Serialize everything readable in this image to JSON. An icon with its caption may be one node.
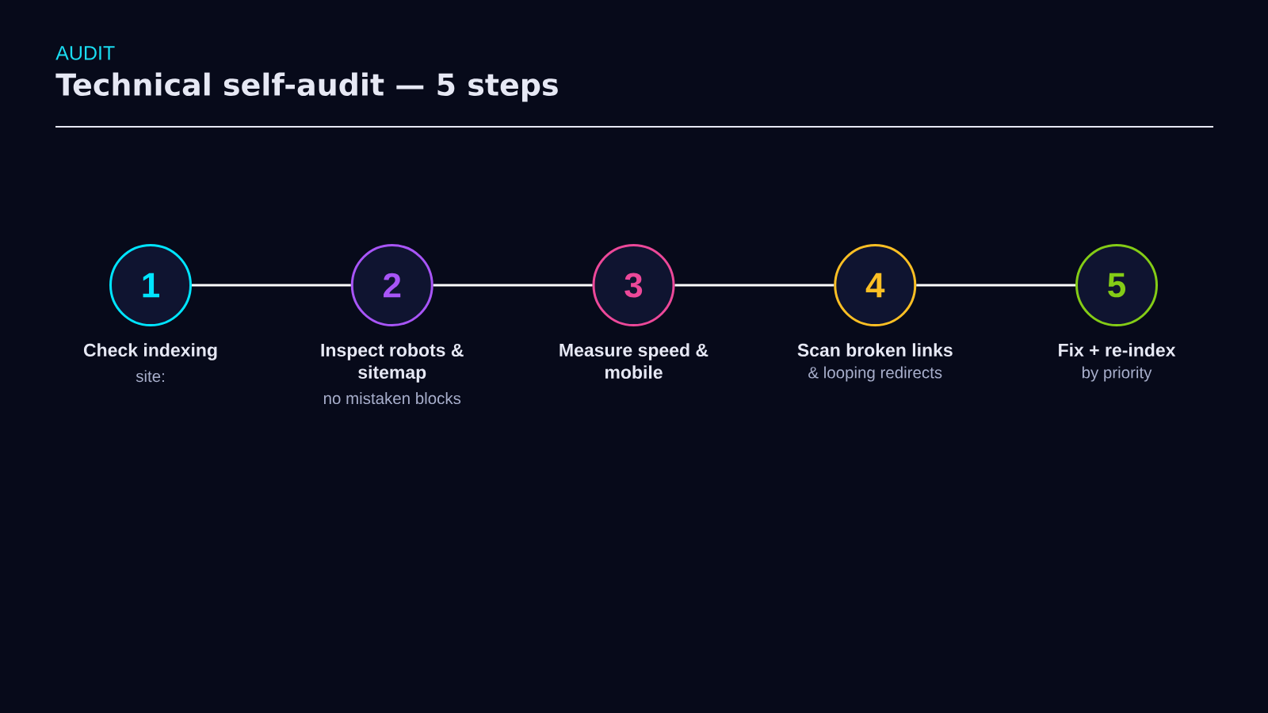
{
  "diagram": {
    "title": "Technical self-audit — 5 steps",
    "nodes": [
      {
        "text": [
          "1"
        ],
        "beside": [
          "Check indexing",
          "site:"
        ]
      },
      {
        "text": [
          "2"
        ],
        "beside": [
          "Inspect robots & sitemap",
          "no mistaken blocks"
        ]
      },
      {
        "text": [
          "3"
        ],
        "beside": [
          "Measure speed & mobile"
        ]
      },
      {
        "text": [
          "4"
        ],
        "beside": [
          "Scan broken links",
          "& looping redirects"
        ]
      },
      {
        "text": [
          "5"
        ],
        "beside": [
          "Fix + re-index",
          "by priority"
        ]
      }
    ],
    "edges": [
      {
        "from": 0,
        "to": 1,
        "arrow": "none"
      },
      {
        "from": 1,
        "to": 2,
        "arrow": "none"
      },
      {
        "from": 2,
        "to": 3,
        "arrow": "none"
      },
      {
        "from": 3,
        "to": 4,
        "arrow": "none"
      }
    ],
    "labels": [
      "AUDIT"
    ]
  }
}
